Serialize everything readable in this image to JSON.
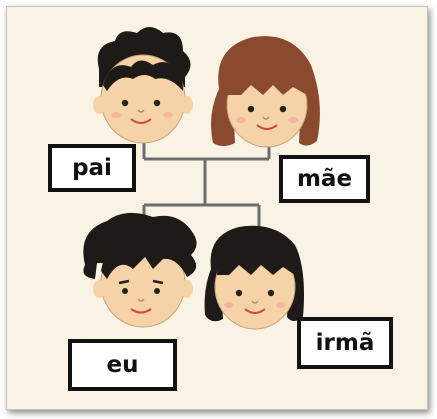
{
  "members": {
    "father": {
      "label": "pai"
    },
    "mother": {
      "label": "mãe"
    },
    "self": {
      "label": "eu"
    },
    "sister": {
      "label": "irmã"
    }
  },
  "colors": {
    "background": "#f8f3e4",
    "skin": "#f6d2a8",
    "dark_hair": "#1e1a17",
    "brown_hair": "#8a4a30",
    "connector": "#6d6d6d",
    "label_border": "#111111"
  }
}
